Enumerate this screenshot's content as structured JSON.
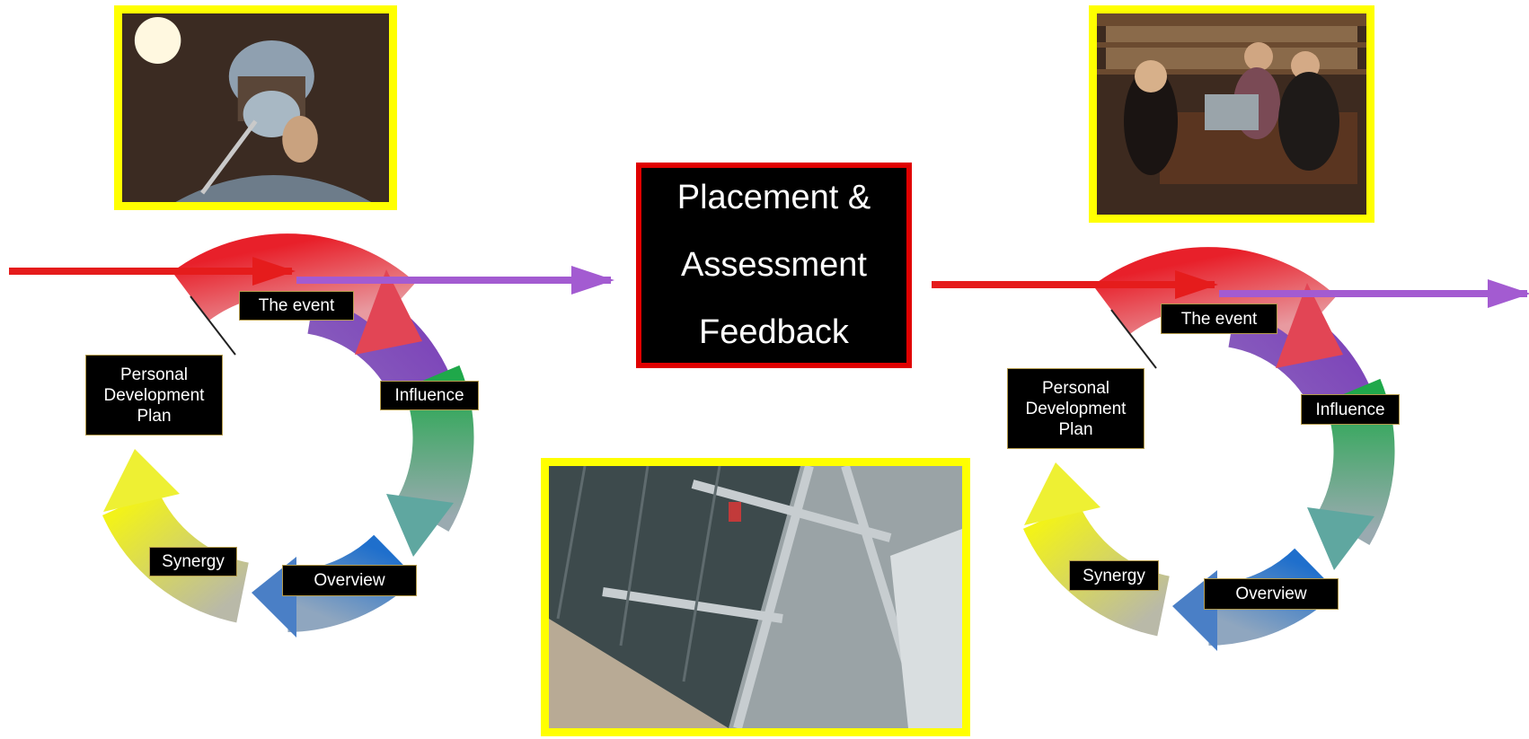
{
  "central_box": {
    "line1": "Placement &",
    "line2": "Assessment",
    "line3": "Feedback"
  },
  "cycle_left": {
    "event": "The event",
    "influence": "Influence",
    "overview": "Overview",
    "synergy": "Synergy",
    "pdp": "Personal Development Plan"
  },
  "cycle_right": {
    "event": "The event",
    "influence": "Influence",
    "overview": "Overview",
    "synergy": "Synergy",
    "pdp": "Personal Development Plan"
  },
  "colors": {
    "photo_frame": "#ffff00",
    "central_border": "#e00000",
    "arrow_red": "#e51c1c",
    "arrow_purple": "#a35bd1",
    "segment_red": "#e8202a",
    "segment_green": "#1fa84a",
    "segment_blue": "#1f6fcc",
    "segment_yellow": "#f2f21a",
    "segment_purple": "#7a3fb8"
  },
  "images": [
    {
      "name": "surgeon-photo"
    },
    {
      "name": "library-photo"
    },
    {
      "name": "building-photo"
    }
  ]
}
